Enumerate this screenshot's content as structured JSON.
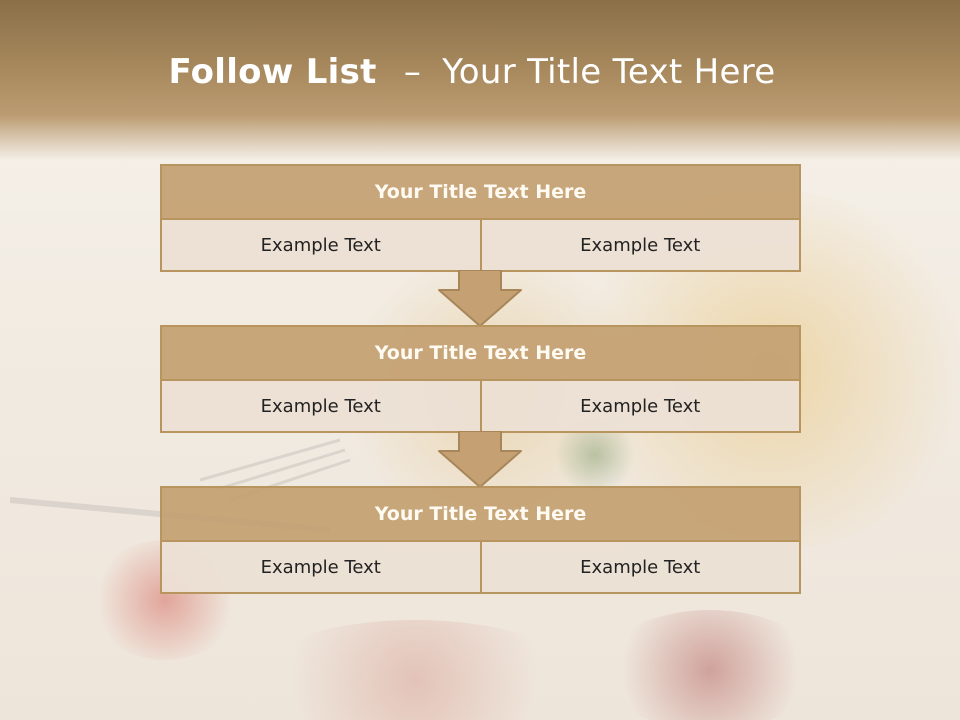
{
  "slide": {
    "title_bold": "Follow List",
    "title_dash": "–",
    "title_rest": "Your Title Text Here"
  },
  "blocks": [
    {
      "title": "Your Title Text Here",
      "cells": [
        "Example Text",
        "Example Text"
      ]
    },
    {
      "title": "Your Title Text Here",
      "cells": [
        "Example Text",
        "Example Text"
      ]
    },
    {
      "title": "Your Title Text Here",
      "cells": [
        "Example Text",
        "Example Text"
      ]
    }
  ],
  "colors": {
    "accent": "#c4a072",
    "border": "#b8955f",
    "cell_bg": "#ece0d4",
    "header_band": "#a98a5e"
  }
}
